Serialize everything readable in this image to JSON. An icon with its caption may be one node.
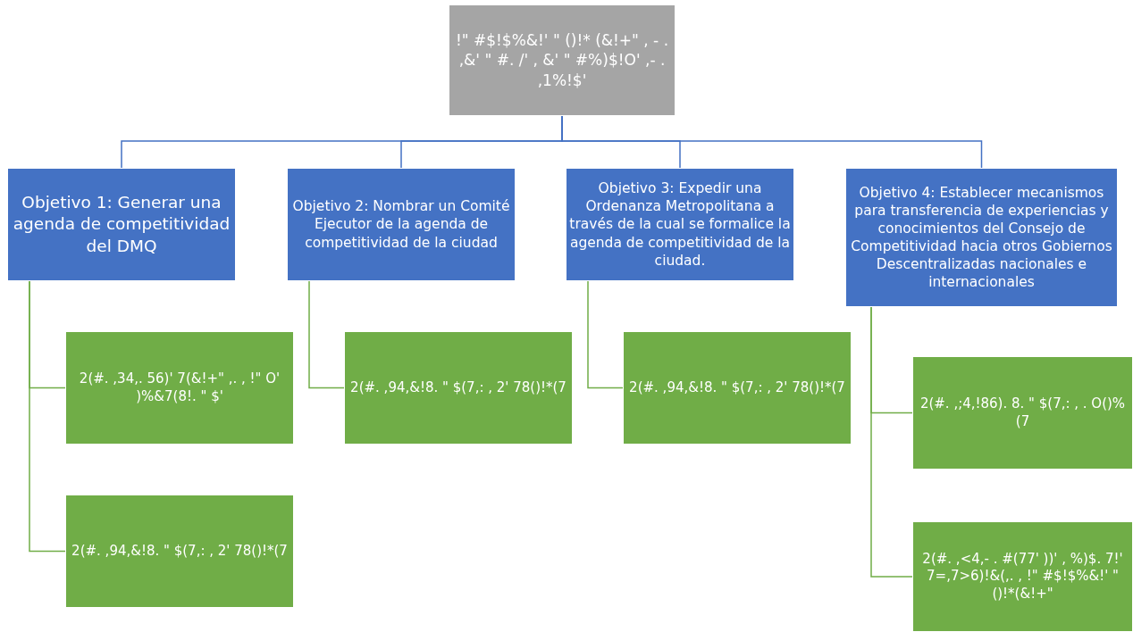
{
  "diagram": {
    "nodes": [
      {
        "text": [
          "!\" #$!$%&!' \" ()!* (&!+\" , - . ,&' \" #. /' , &' \" #%)$!O' ,- . ,1%!$'"
        ]
      },
      {
        "text": [
          "Objetivo 1: Generar una agenda de competitividad del DMQ"
        ]
      },
      {
        "text": [
          "Objetivo 2: Nombrar un Comité Ejecutor de la agenda de competitividad de la ciudad"
        ]
      },
      {
        "text": [
          "Objetivo 3: Expedir una Ordenanza Metropolitana a través de la cual se formalice la agenda de competitividad de la ciudad."
        ]
      },
      {
        "text": [
          "Objetivo 4: Establecer mecanismos para transferencia de experiencias y conocimientos del Consejo de Competitividad hacia otros Gobiernos Descentralizadas nacionales e internacionales"
        ]
      },
      {
        "text": [
          "2(#. ,34,. 56)' 7(&!+\" ,. , !\" O' )%&7(8!. \" $'"
        ]
      },
      {
        "text": [
          "2(#. ,94,&!8. \" $(7,: , 2' 78()!*(7"
        ]
      },
      {
        "text": [
          "2(#. ,94,&!8. \" $(7,: , 2' 78()!*(7"
        ]
      },
      {
        "text": [
          "2(#. ,94,&!8. \" $(7,: , 2' 78()!*(7"
        ]
      },
      {
        "text": [
          "2(#. ,;4,!86). 8. \" $(7,: , . O()%(7"
        ]
      },
      {
        "text": [
          "2(#. ,<4,- . #(77' ))' , %)$. 7!' 7=,7>6)!&(,. , !\" #$!$%&!' \" ()!*(&!+\""
        ]
      }
    ],
    "edges": [
      {
        "from": 0,
        "to": 1,
        "arrow": "none",
        "color": "#4472c4"
      },
      {
        "from": 0,
        "to": 2,
        "arrow": "none",
        "color": "#4472c4"
      },
      {
        "from": 0,
        "to": 3,
        "arrow": "none",
        "color": "#4472c4"
      },
      {
        "from": 0,
        "to": 4,
        "arrow": "none",
        "color": "#4472c4"
      },
      {
        "from": 1,
        "to": 5,
        "arrow": "none"
      },
      {
        "from": 1,
        "to": 6,
        "arrow": "none"
      },
      {
        "from": 2,
        "to": 7,
        "arrow": "none"
      },
      {
        "from": 3,
        "to": 8,
        "arrow": "none"
      },
      {
        "from": 4,
        "to": 9,
        "arrow": "none"
      },
      {
        "from": 4,
        "to": 10,
        "arrow": "none"
      }
    ]
  }
}
